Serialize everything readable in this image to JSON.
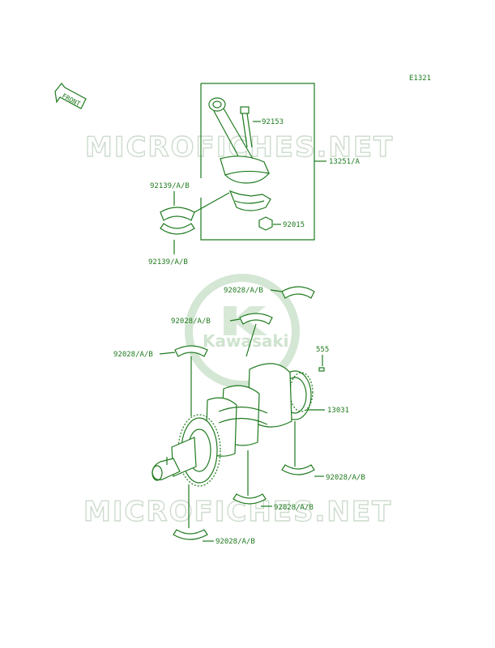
{
  "diagram_code": "E1321",
  "front_label": "FRONT",
  "watermark": {
    "top": "MICROFICHES.NET",
    "bottom": "MICROFICHES.NET",
    "brand": "Kawasaki"
  },
  "parts": {
    "rod_bolt": "92153",
    "conrod_assy": "13251/A",
    "conrod_bearing_upper": "92139/A/B",
    "conrod_bearing_lower": "92139/A/B",
    "rod_nut": "92015",
    "main_bearing_1": "92028/A/B",
    "main_bearing_2": "92028/A/B",
    "main_bearing_3": "92028/A/B",
    "key": "555",
    "crankshaft": "13031",
    "main_bearing_4": "92028/A/B",
    "main_bearing_5": "92028/A/B",
    "main_bearing_6": "92028/A/B"
  },
  "colors": {
    "ink": "#1f7a1f",
    "watermark": "#c8d8c8"
  }
}
